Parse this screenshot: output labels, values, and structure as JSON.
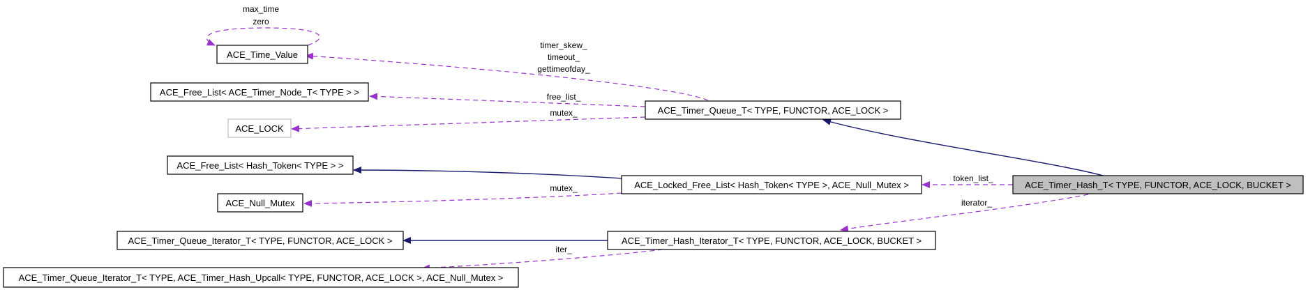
{
  "colors": {
    "uses_edge": "#9a32cd",
    "inherit_edge": "#191970",
    "highlight_fill": "#bfbfbf",
    "gray_border": "#bfbfbf"
  },
  "nodes": {
    "time_value": "ACE_Time_Value",
    "free_list_timer_node": "ACE_Free_List< ACE_Timer_Node_T< TYPE > >",
    "ace_lock": "ACE_LOCK",
    "free_list_hash_token": "ACE_Free_List< Hash_Token< TYPE > >",
    "null_mutex": "ACE_Null_Mutex",
    "timer_queue_iterator": "ACE_Timer_Queue_Iterator_T< TYPE, FUNCTOR, ACE_LOCK >",
    "timer_queue_iterator_upcall": "ACE_Timer_Queue_Iterator_T< TYPE, ACE_Timer_Hash_Upcall< TYPE, FUNCTOR, ACE_LOCK >, ACE_Null_Mutex >",
    "timer_queue": "ACE_Timer_Queue_T< TYPE, FUNCTOR, ACE_LOCK >",
    "locked_free_list": "ACE_Locked_Free_List< Hash_Token< TYPE >, ACE_Null_Mutex >",
    "timer_hash_iterator": "ACE_Timer_Hash_Iterator_T< TYPE, FUNCTOR, ACE_LOCK, BUCKET >",
    "timer_hash": "ACE_Timer_Hash_T< TYPE, FUNCTOR, ACE_LOCK, BUCKET >"
  },
  "edge_labels": {
    "max_time": "max_time",
    "zero": "zero",
    "timer_skew": "timer_skew_",
    "timeout": "timeout_",
    "gettimeofday": "gettimeofday_",
    "free_list": "free_list_",
    "mutex_queue": "mutex_",
    "mutex_locked": "mutex_",
    "token_list": "token_list_",
    "iterator": "iterator_",
    "iter": "iter_"
  }
}
